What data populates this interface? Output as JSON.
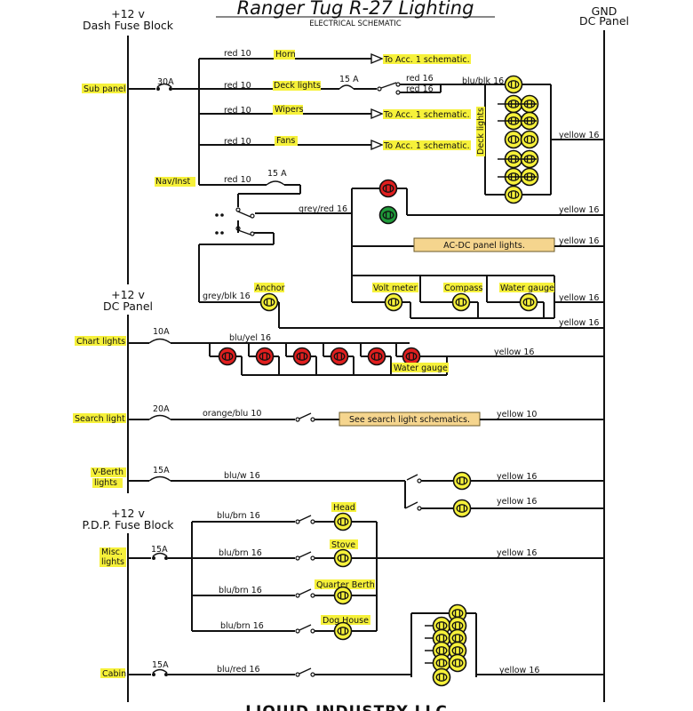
{
  "header": {
    "title": "Ranger Tug R-27 Lighting",
    "subtitle": "ELECTRICAL SCHEMATIC",
    "dash_fuse_v": "+12 v",
    "dash_fuse_name": "Dash Fuse Block",
    "gnd": "GND",
    "gnd_panel": "DC Panel",
    "dc_panel_v": "+12 v",
    "dc_panel_name": "DC Panel",
    "pdp_v": "+12 v",
    "pdp_name": "P.D.P. Fuse Block"
  },
  "footer": {
    "company": "LIQUID INDUSTRY LLC"
  },
  "labels": {
    "sub_panel": "Sub panel",
    "fuse_30a": "30A",
    "horn": "Horn",
    "deck_lights": "Deck lights",
    "deck_lights_vertical": "Deck lights",
    "wipers": "Wipers",
    "fans": "Fans",
    "nav_inst": "Nav/Inst",
    "to_acc_1": "To Acc. 1 schematic.",
    "fuse_15a_deck": "15 A",
    "fuse_15a_nav": "15 A",
    "ac_dc_panel_lights": "AC-DC panel lights.",
    "anchor": "Anchor",
    "volt_meter": "Volt meter",
    "compass": "Compass",
    "water_gauge": "Water gauge",
    "chart_lights": "Chart lights",
    "fuse_10a": "10A",
    "water_gauge_2": "Water gauge",
    "search_light": "Search light",
    "fuse_20a": "20A",
    "see_search_light": "See search light schematics.",
    "v_berth_1": "V-Berth",
    "v_berth_2": "lights",
    "fuse_15a_vberth": "15A",
    "misc_1": "Misc.",
    "misc_2": "lights",
    "fuse_15a_misc": "15A",
    "head": "Head",
    "stove": "Stove",
    "quarter_berth": "Quarter Berth",
    "dog_house": "Dog House",
    "cabin": "Cabin",
    "fuse_15a_cabin": "15A"
  },
  "wires": {
    "red10": "red 10",
    "red16": "red 16",
    "blu_blk16": "blu/blk 16",
    "yellow16": "yellow 16",
    "yellow10": "yellow 10",
    "grey_red16": "grey/red 16",
    "grey_blk16": "grey/blk 16",
    "blu_yel16": "blu/yel 16",
    "orange_blu10": "orange/blu 10",
    "blu_w16": "blu/w 16",
    "blu_brn16": "blu/brn 16",
    "blu_red16": "blu/red 16"
  },
  "colors": {
    "highlight": "#f6f13a",
    "note_box": "#f5d58e",
    "lamp_yellow": "#f6f13a",
    "lamp_red": "#e11f1f",
    "lamp_green": "#1f9b3a",
    "wire": "#111111"
  }
}
